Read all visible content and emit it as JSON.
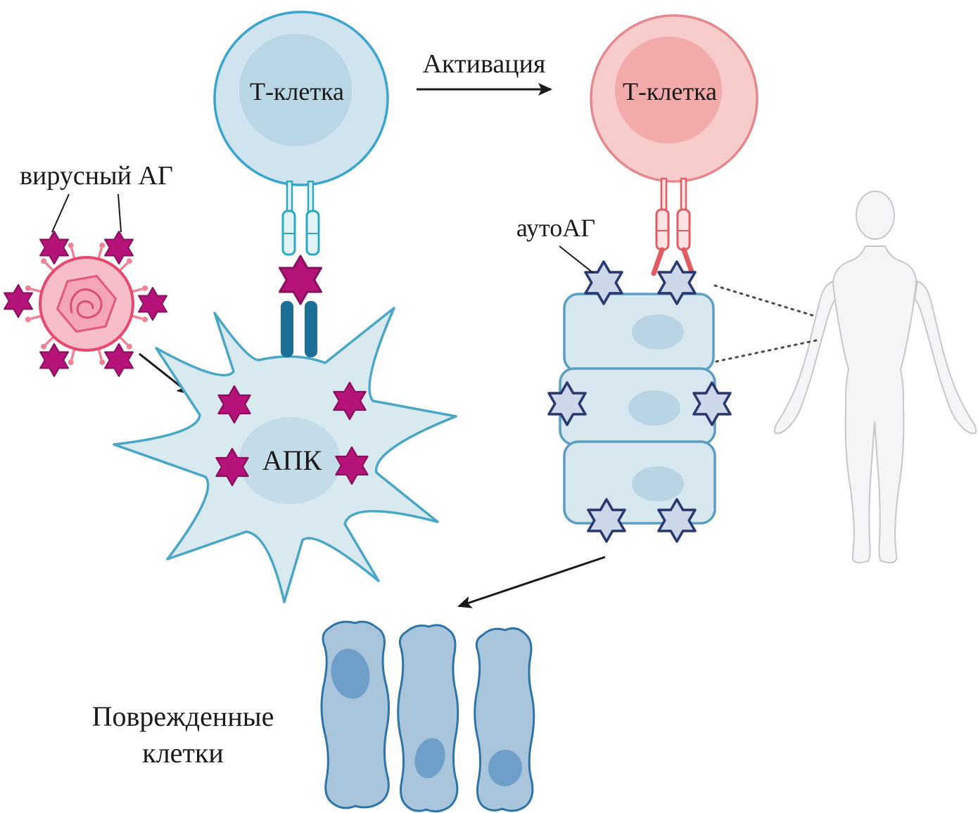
{
  "labels": {
    "t_cell_left": "Т-клетка",
    "activation": "Активация",
    "t_cell_right": "Т-клетка",
    "viral_antigen": "вирусный АГ",
    "auto_antigen": "аутоАГ",
    "apc": "АПК",
    "damaged_cells_line1": "Поврежденные",
    "damaged_cells_line2": "клетки"
  },
  "icons": {
    "viral_antigen_shape": "six-pointed-star-magenta",
    "auto_antigen_shape": "six-pointed-star-lavender"
  },
  "colors": {
    "t_cell_body": "#cfe4ee",
    "t_cell_outline": "#39a5cc",
    "t_cell_nucleus": "#b9d6e4",
    "activated_t_cell_body": "#f8cccb",
    "activated_t_cell_outline": "#e5888d",
    "activated_t_cell_nucleus": "#f2aaab",
    "tcr_teal": "#2ba9c0",
    "tcr_pink": "#e25a62",
    "mhc_blue": "#1c6f96",
    "viral_antigen_star": "#b5137a",
    "viral_antigen_star_outline": "#8c0f5e",
    "virus_envelope": "#f7bdc9",
    "virus_outline": "#e8486e",
    "virus_capsid": "#f4a6b8",
    "apc_body": "#d9e9f0",
    "apc_outline": "#49a6c4",
    "apc_nucleus": "#c4dce7",
    "tissue_cell_body": "#d6e7ef",
    "tissue_cell_outline": "#5d9ec0",
    "tissue_nucleus": "#b9d4e2",
    "auto_antigen_star": "#ccd7e9",
    "auto_antigen_outline": "#2a3a6f",
    "body_fill": "#f5f5f7",
    "body_outline": "#c6c6cc",
    "damaged_cell_body": "#a9c5dc",
    "damaged_cell_outline": "#2f74a6",
    "damaged_nucleus": "#6f9fc8",
    "arrow": "#1a1a1a"
  }
}
